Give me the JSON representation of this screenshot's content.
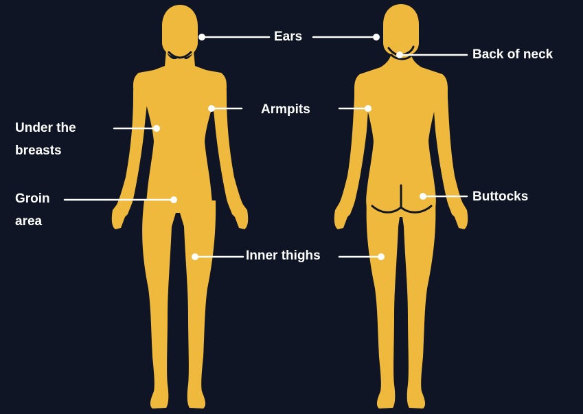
{
  "colors": {
    "background": "#0f1524",
    "figure": "#efb93d",
    "annotation": "#ffffff"
  },
  "labels": {
    "ears": "Ears",
    "back_of_neck": "Back of neck",
    "armpits": "Armpits",
    "under_breasts_line1": "Under the",
    "under_breasts_line2": "breasts",
    "groin_line1": "Groin",
    "groin_line2": "area",
    "inner_thighs": "Inner thighs",
    "buttocks": "Buttocks"
  }
}
